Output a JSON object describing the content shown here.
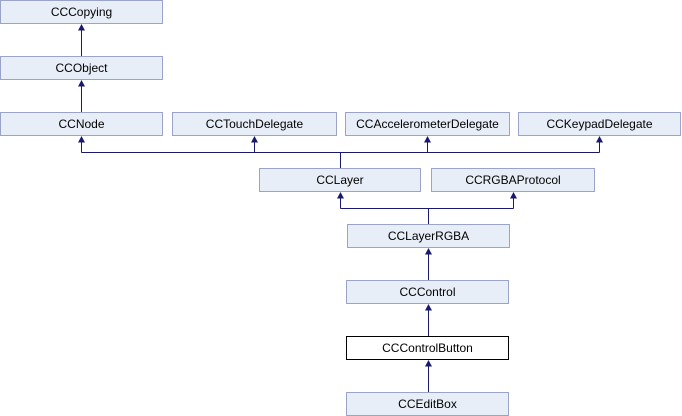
{
  "diagram": {
    "type": "class-inheritance-graph",
    "nodes": {
      "cccopying": {
        "label": "CCCopying"
      },
      "ccobject": {
        "label": "CCObject"
      },
      "ccnode": {
        "label": "CCNode"
      },
      "cctouchdelegate": {
        "label": "CCTouchDelegate"
      },
      "ccaccelerometerdelegate": {
        "label": "CCAccelerometerDelegate"
      },
      "cckeypaddelegate": {
        "label": "CCKeypadDelegate"
      },
      "cclayer": {
        "label": "CCLayer"
      },
      "ccrgbaprotocol": {
        "label": "CCRGBAProtocol"
      },
      "cclayerrgba": {
        "label": "CCLayerRGBA"
      },
      "cccontrol": {
        "label": "CCControl"
      },
      "cccontrolbutton": {
        "label": "CCControlButton",
        "highlighted": true
      },
      "cceditbox": {
        "label": "CCEditBox"
      }
    },
    "edges": [
      {
        "from": "CCObject",
        "to": [
          "CCCopying"
        ]
      },
      {
        "from": "CCNode",
        "to": [
          "CCObject"
        ]
      },
      {
        "from": "CCLayer",
        "to": [
          "CCNode",
          "CCTouchDelegate",
          "CCAccelerometerDelegate",
          "CCKeypadDelegate"
        ]
      },
      {
        "from": "CCLayerRGBA",
        "to": [
          "CCLayer",
          "CCRGBAProtocol"
        ]
      },
      {
        "from": "CCControl",
        "to": [
          "CCLayerRGBA"
        ]
      },
      {
        "from": "CCControlButton",
        "to": [
          "CCControl"
        ]
      },
      {
        "from": "CCEditBox",
        "to": [
          "CCControlButton"
        ]
      }
    ],
    "colors": {
      "background": "#ffffff",
      "node_fill": "#e8eef7",
      "node_border": "#9aa4c8",
      "edge_color": "#191970",
      "highlight_fill": "#ffffff",
      "highlight_border": "#000000",
      "text_color": "#000000"
    }
  }
}
